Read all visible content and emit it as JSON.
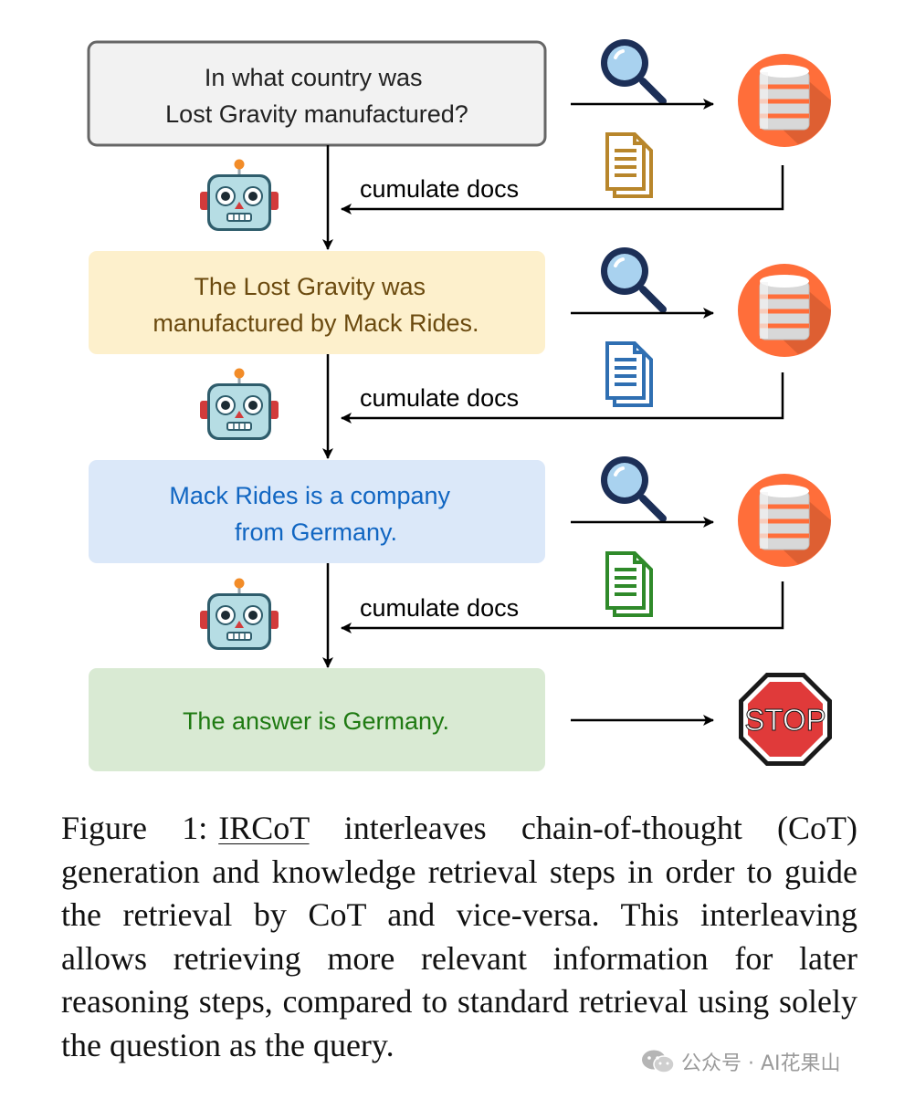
{
  "diagram": {
    "boxes": [
      {
        "lines": [
          "In what country was",
          "Lost Gravity manufactured?"
        ],
        "kind": "question",
        "fill": "#f2f2f2",
        "stroke": "#666666",
        "text_color": "#222222"
      },
      {
        "lines": [
          "The Lost Gravity was",
          "manufactured by Mack Rides."
        ],
        "kind": "reasoning",
        "fill": "#fdf0cc",
        "stroke": "none",
        "text_color": "#6b4a0f"
      },
      {
        "lines": [
          "Mack Rides is a company",
          "from Germany."
        ],
        "kind": "reasoning",
        "fill": "#dbe8f9",
        "stroke": "none",
        "text_color": "#1166c2"
      },
      {
        "lines": [
          "The answer is Germany."
        ],
        "kind": "answer",
        "fill": "#d9ead3",
        "stroke": "none",
        "text_color": "#1f7a12"
      }
    ],
    "loop_label": "cumulate docs",
    "document_icon_colors": [
      "#b8862b",
      "#2f6fb2",
      "#2f8a2a"
    ],
    "database_color": "#ff6e3a",
    "stop_sign": {
      "label": "STOP",
      "color": "#e03a3a"
    },
    "icons": [
      "magnifier-icon",
      "database-icon",
      "document-icon",
      "robot-icon",
      "stop-sign-icon"
    ]
  },
  "caption": {
    "label": "Figure 1:",
    "method": "IRCoT",
    "text": " interleaves chain-of-thought (CoT) generation and knowledge retrieval steps in order to guide the retrieval by CoT and vice-versa. This interleaving allows retrieving more relevant information for later reasoning steps, compared to standard retrieval using solely the question as the query."
  },
  "watermark": {
    "text": "公众号 · AI花果山"
  }
}
